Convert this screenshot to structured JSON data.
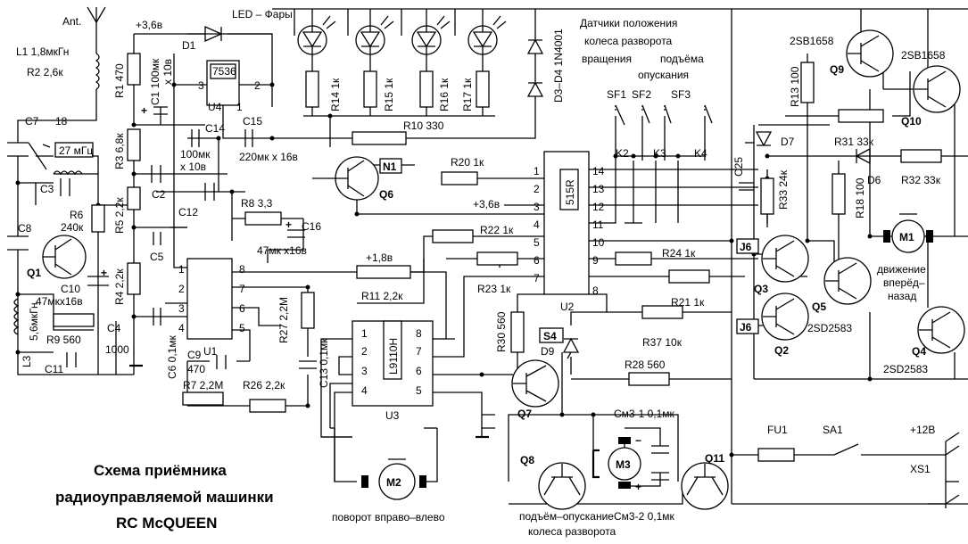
{
  "title": {
    "line1": "Схема приёмника",
    "line2": "радиоуправляемой машинки",
    "line3": "RC McQUEEN"
  },
  "labels": {
    "ant": "Ant.",
    "L1": "L1 1,8мкГн",
    "R2": "R2 2,6к",
    "C7": "C7",
    "C7v": "18",
    "xtal": "27 мГц",
    "C3": "C3",
    "R6": "R6",
    "R6v": "240к",
    "C8": "C8",
    "Q1": "Q1",
    "C10": "C10",
    "C10v": "47мкх16в",
    "L3": "L3",
    "L3v": "5,6мкГн",
    "R9": "R9 560",
    "C11": "C11",
    "C4": "C4",
    "C4v": "1000",
    "R1": "R1 470",
    "C1": "C1 100мк",
    "C1v": "х 10в",
    "R3": "R3 6,8к",
    "C2": "C2",
    "R5": "R5 2,2к",
    "R4": "R4 2,2к",
    "C12": "C12",
    "C5": "C5",
    "C6": "C6 0,1мк",
    "C9": "C9",
    "C9v": "470",
    "R7": "R7 2,2M",
    "R26": "R26 2,2к",
    "U1": "U1",
    "vplus36": "+3,6в",
    "D1": "D1",
    "U4chip": "7536",
    "U4": "U4",
    "C14": "C14",
    "C14v1": "100мк",
    "C14v2": "х 10в",
    "C15": "C15",
    "C15v": "220мк х 16в",
    "R8": "R8 3,3",
    "C16": "C16",
    "C16v": "47мк   х16в",
    "R27": "R27 2,2M",
    "C13": "C13 0,1мк",
    "led_title": "LED – Фары",
    "R14": "R14 1к",
    "R15": "R15 1к",
    "R16": "R16 1к",
    "R17": "R17 1к",
    "R10": "R10 330",
    "D3D4": "D3–D4 1N4001",
    "N1": "N1",
    "Q6": "Q6",
    "R20": "R20 1к",
    "vplus36b": "+3,6в",
    "R22": "R22 1к",
    "R23": "R23 1к",
    "vplus18": "+1,8в",
    "R11": "R11 2,2к",
    "U3chip": "L9110H",
    "U3": "U3",
    "R30": "R30 560",
    "S4": "S4",
    "D9": "D9",
    "Q7": "Q7",
    "U2chip": "515R",
    "U2": "U2",
    "R24": "R24 1к",
    "R21": "R21 1к",
    "R37": "R37 10к",
    "R28": "R28 560",
    "sensors1": "Датчики положения",
    "sensors2": "колеса разворота",
    "sensors3": "вращения",
    "sensors4": "подъёма",
    "sensors5": "опускания",
    "SF1": "SF1",
    "SF2": "SF2",
    "SF3": "SF3",
    "K2": "K2",
    "K3": "K3",
    "K4": "K4",
    "C25": "C25",
    "R33": "R33 24к",
    "D7": "D7",
    "R31": "R31 33к",
    "D6": "D6",
    "R32": "R32 33к",
    "Q9type": "2SB1658",
    "Q9": "Q9",
    "Q10type": "2SB1658",
    "Q10": "Q10",
    "R13": "R13 100",
    "R18": "R18 100",
    "M1": "M1",
    "M1d1": "движение",
    "M1d2": "вперёд–",
    "M1d3": "назад",
    "J6a": "J6",
    "J6b": "J6",
    "Q3": "Q3",
    "Q2": "Q2",
    "Q5": "Q5",
    "Q5type": "2SD2583",
    "Q4": "Q4",
    "Q4type": "2SD2583",
    "M2": "M2",
    "M2d": "поворот вправо–влево",
    "Q8": "Q8",
    "M3": "M3",
    "M3d1": "подъём–опускание",
    "M3d2": "колеса разворота",
    "Cm31": "Cм3-1  0,1мк",
    "Cm32": "Cм3-2  0,1мк",
    "Q11": "Q11",
    "FU1": "FU1",
    "SA1": "SA1",
    "plus12": "+12В",
    "XS1": "XS1",
    "pinsU1": [
      "1",
      "2",
      "3",
      "4",
      "8",
      "7",
      "6",
      "5"
    ],
    "pinsU2L": [
      "1",
      "2",
      "3",
      "4",
      "5",
      "6",
      "7"
    ],
    "pinsU2R": [
      "14",
      "13",
      "12",
      "11",
      "10",
      "9",
      "8"
    ],
    "pinsU3L": [
      "1",
      "2",
      "3",
      "4"
    ],
    "pinsU3R": [
      "8",
      "7",
      "6",
      "5"
    ],
    "pinsU4": [
      "3",
      "2",
      "1"
    ]
  }
}
